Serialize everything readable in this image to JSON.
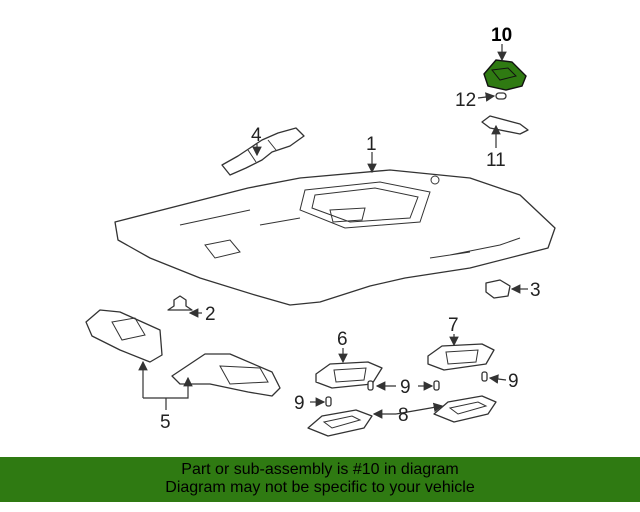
{
  "diagram": {
    "callouts": {
      "c1": "1",
      "c2": "2",
      "c3": "3",
      "c4": "4",
      "c5": "5",
      "c6": "6",
      "c7": "7",
      "c8": "8",
      "c9": [
        "9",
        "9",
        "9",
        "9"
      ],
      "c10": "10",
      "c11": "11",
      "c12": "12"
    },
    "highlight_color": "#2f7a12"
  },
  "banner": {
    "line1": "Part or sub-assembly is #10 in diagram",
    "line2": "Diagram may not be specific to your vehicle"
  }
}
